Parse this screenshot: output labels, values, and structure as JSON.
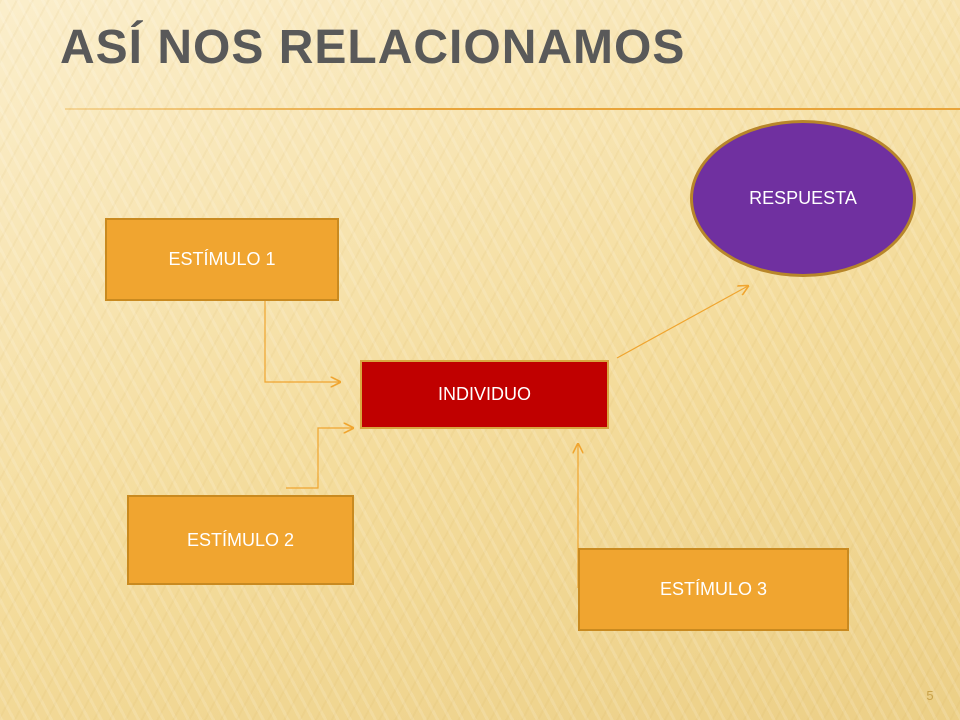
{
  "slide": {
    "title": "ASÍ NOS RELACIONAMOS",
    "page_number": "5"
  },
  "nodes": {
    "estimulo_1": "ESTÍMULO 1",
    "estimulo_2": "ESTÍMULO 2",
    "estimulo_3": "ESTÍMULO 3",
    "individuo": "INDIVIDUO",
    "respuesta": "RESPUESTA"
  },
  "colors": {
    "stimulus_fill": "#f0a530",
    "individual_fill": "#c00000",
    "response_fill": "#7030a0",
    "connector": "#f0a530",
    "title": "#595959"
  },
  "connections": [
    {
      "from": "estimulo_1",
      "to": "individuo"
    },
    {
      "from": "estimulo_2",
      "to": "individuo"
    },
    {
      "from": "estimulo_3",
      "to": "individuo"
    },
    {
      "from": "individuo",
      "to": "respuesta"
    }
  ]
}
